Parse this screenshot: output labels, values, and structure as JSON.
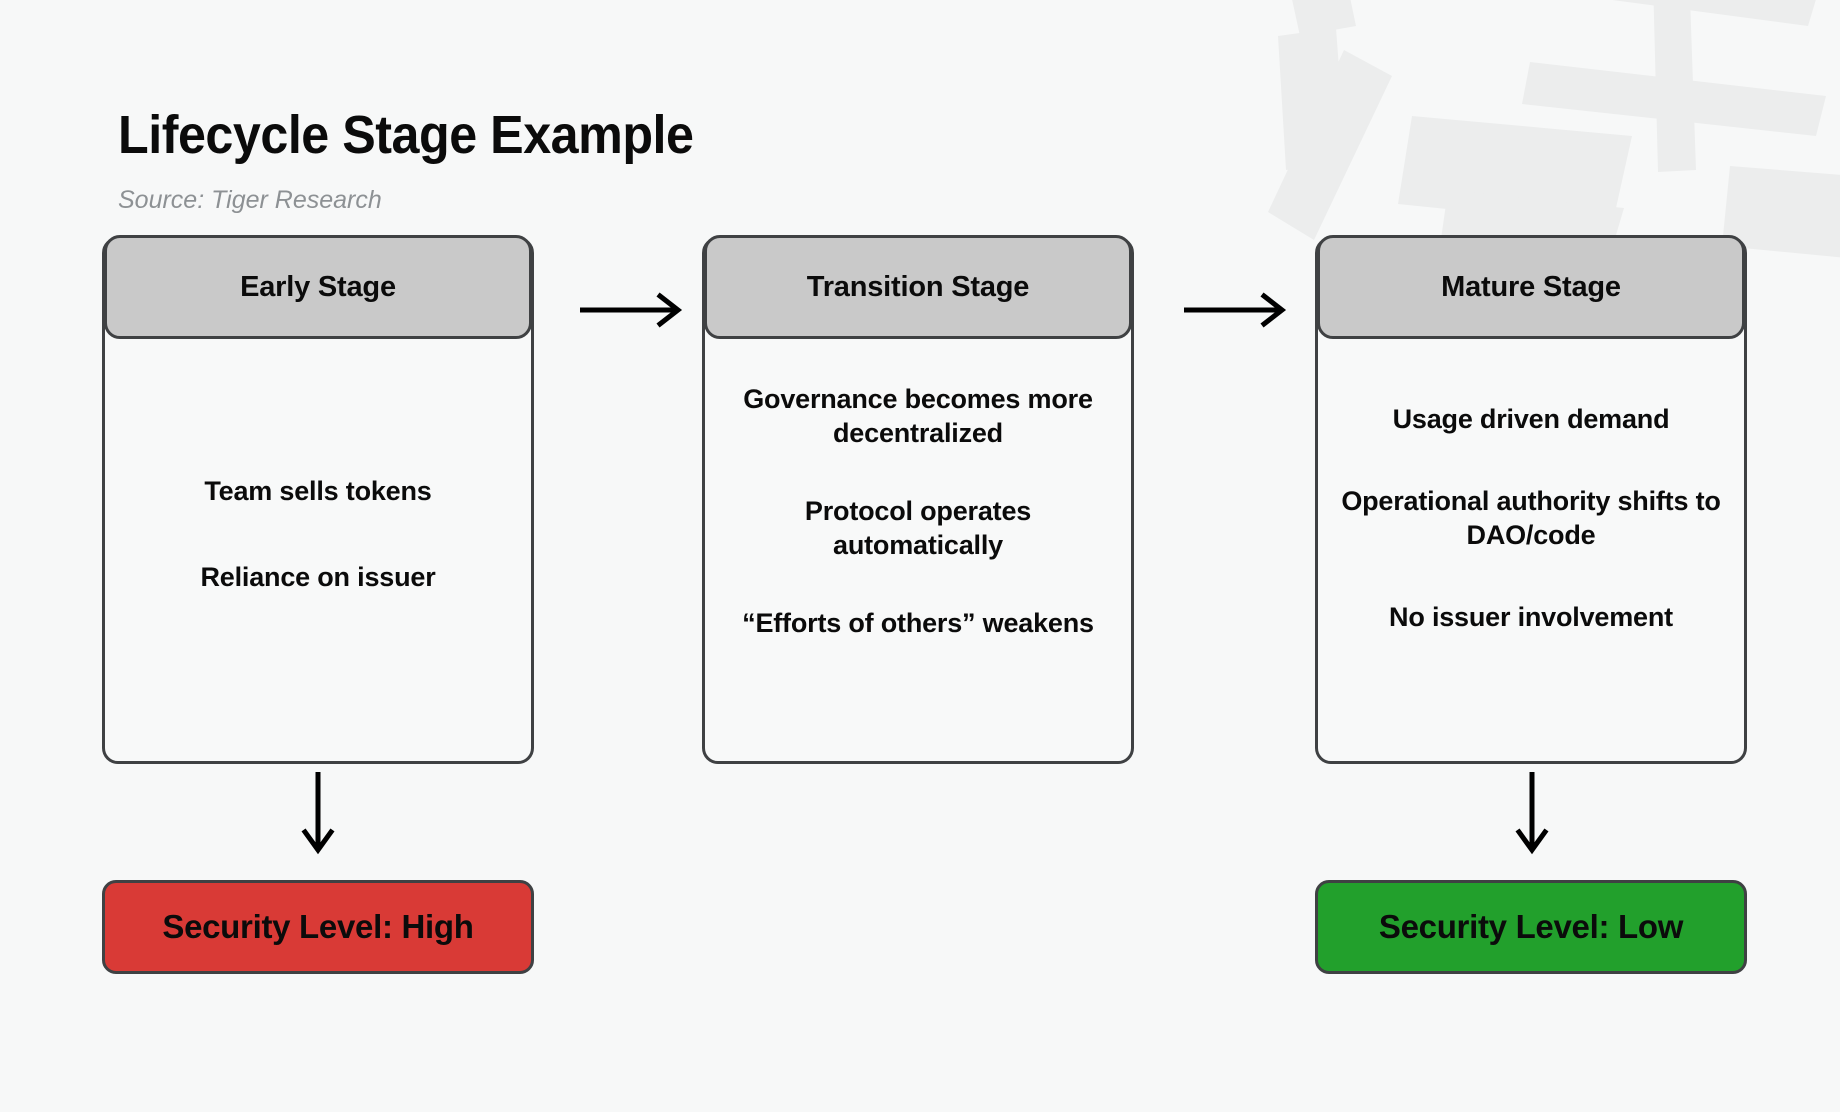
{
  "header": {
    "title": "Lifecycle Stage Example",
    "source": "Source: Tiger Research"
  },
  "colors": {
    "page_background": "#f7f8f8",
    "card_border": "#3f4143",
    "card_header_fill": "#c9c9c9",
    "card_body_fill": "#f8f9f9",
    "text": "#0b0b0b",
    "source_text": "#8d9194",
    "security_high_fill": "#d93a36",
    "security_low_fill": "#22a02c",
    "arrow": "#000000"
  },
  "diagram": {
    "type": "flow",
    "stages": [
      {
        "id": "early",
        "title": "Early Stage",
        "lines": [
          "Team sells tokens",
          "Reliance on issuer"
        ],
        "security": {
          "label": "Security Level: High",
          "level": "High",
          "color": "#d93a36"
        }
      },
      {
        "id": "transition",
        "title": "Transition Stage",
        "lines": [
          "Governance becomes more decentralized",
          "Protocol operates automatically",
          "“Efforts of others” weakens"
        ],
        "security": null
      },
      {
        "id": "mature",
        "title": "Mature Stage",
        "lines": [
          "Usage driven demand",
          "Operational authority shifts to DAO/code",
          "No issuer involvement"
        ],
        "security": {
          "label": "Security Level: Low",
          "level": "Low",
          "color": "#22a02c"
        }
      }
    ],
    "connectors": [
      {
        "id": "early-to-transition",
        "from": "early",
        "to": "transition",
        "direction": "right"
      },
      {
        "id": "transition-to-mature",
        "from": "transition",
        "to": "mature",
        "direction": "right"
      },
      {
        "id": "early-to-security-high",
        "from": "early",
        "to": "security-high",
        "direction": "down"
      },
      {
        "id": "mature-to-security-low",
        "from": "mature",
        "to": "security-low",
        "direction": "down"
      }
    ]
  }
}
